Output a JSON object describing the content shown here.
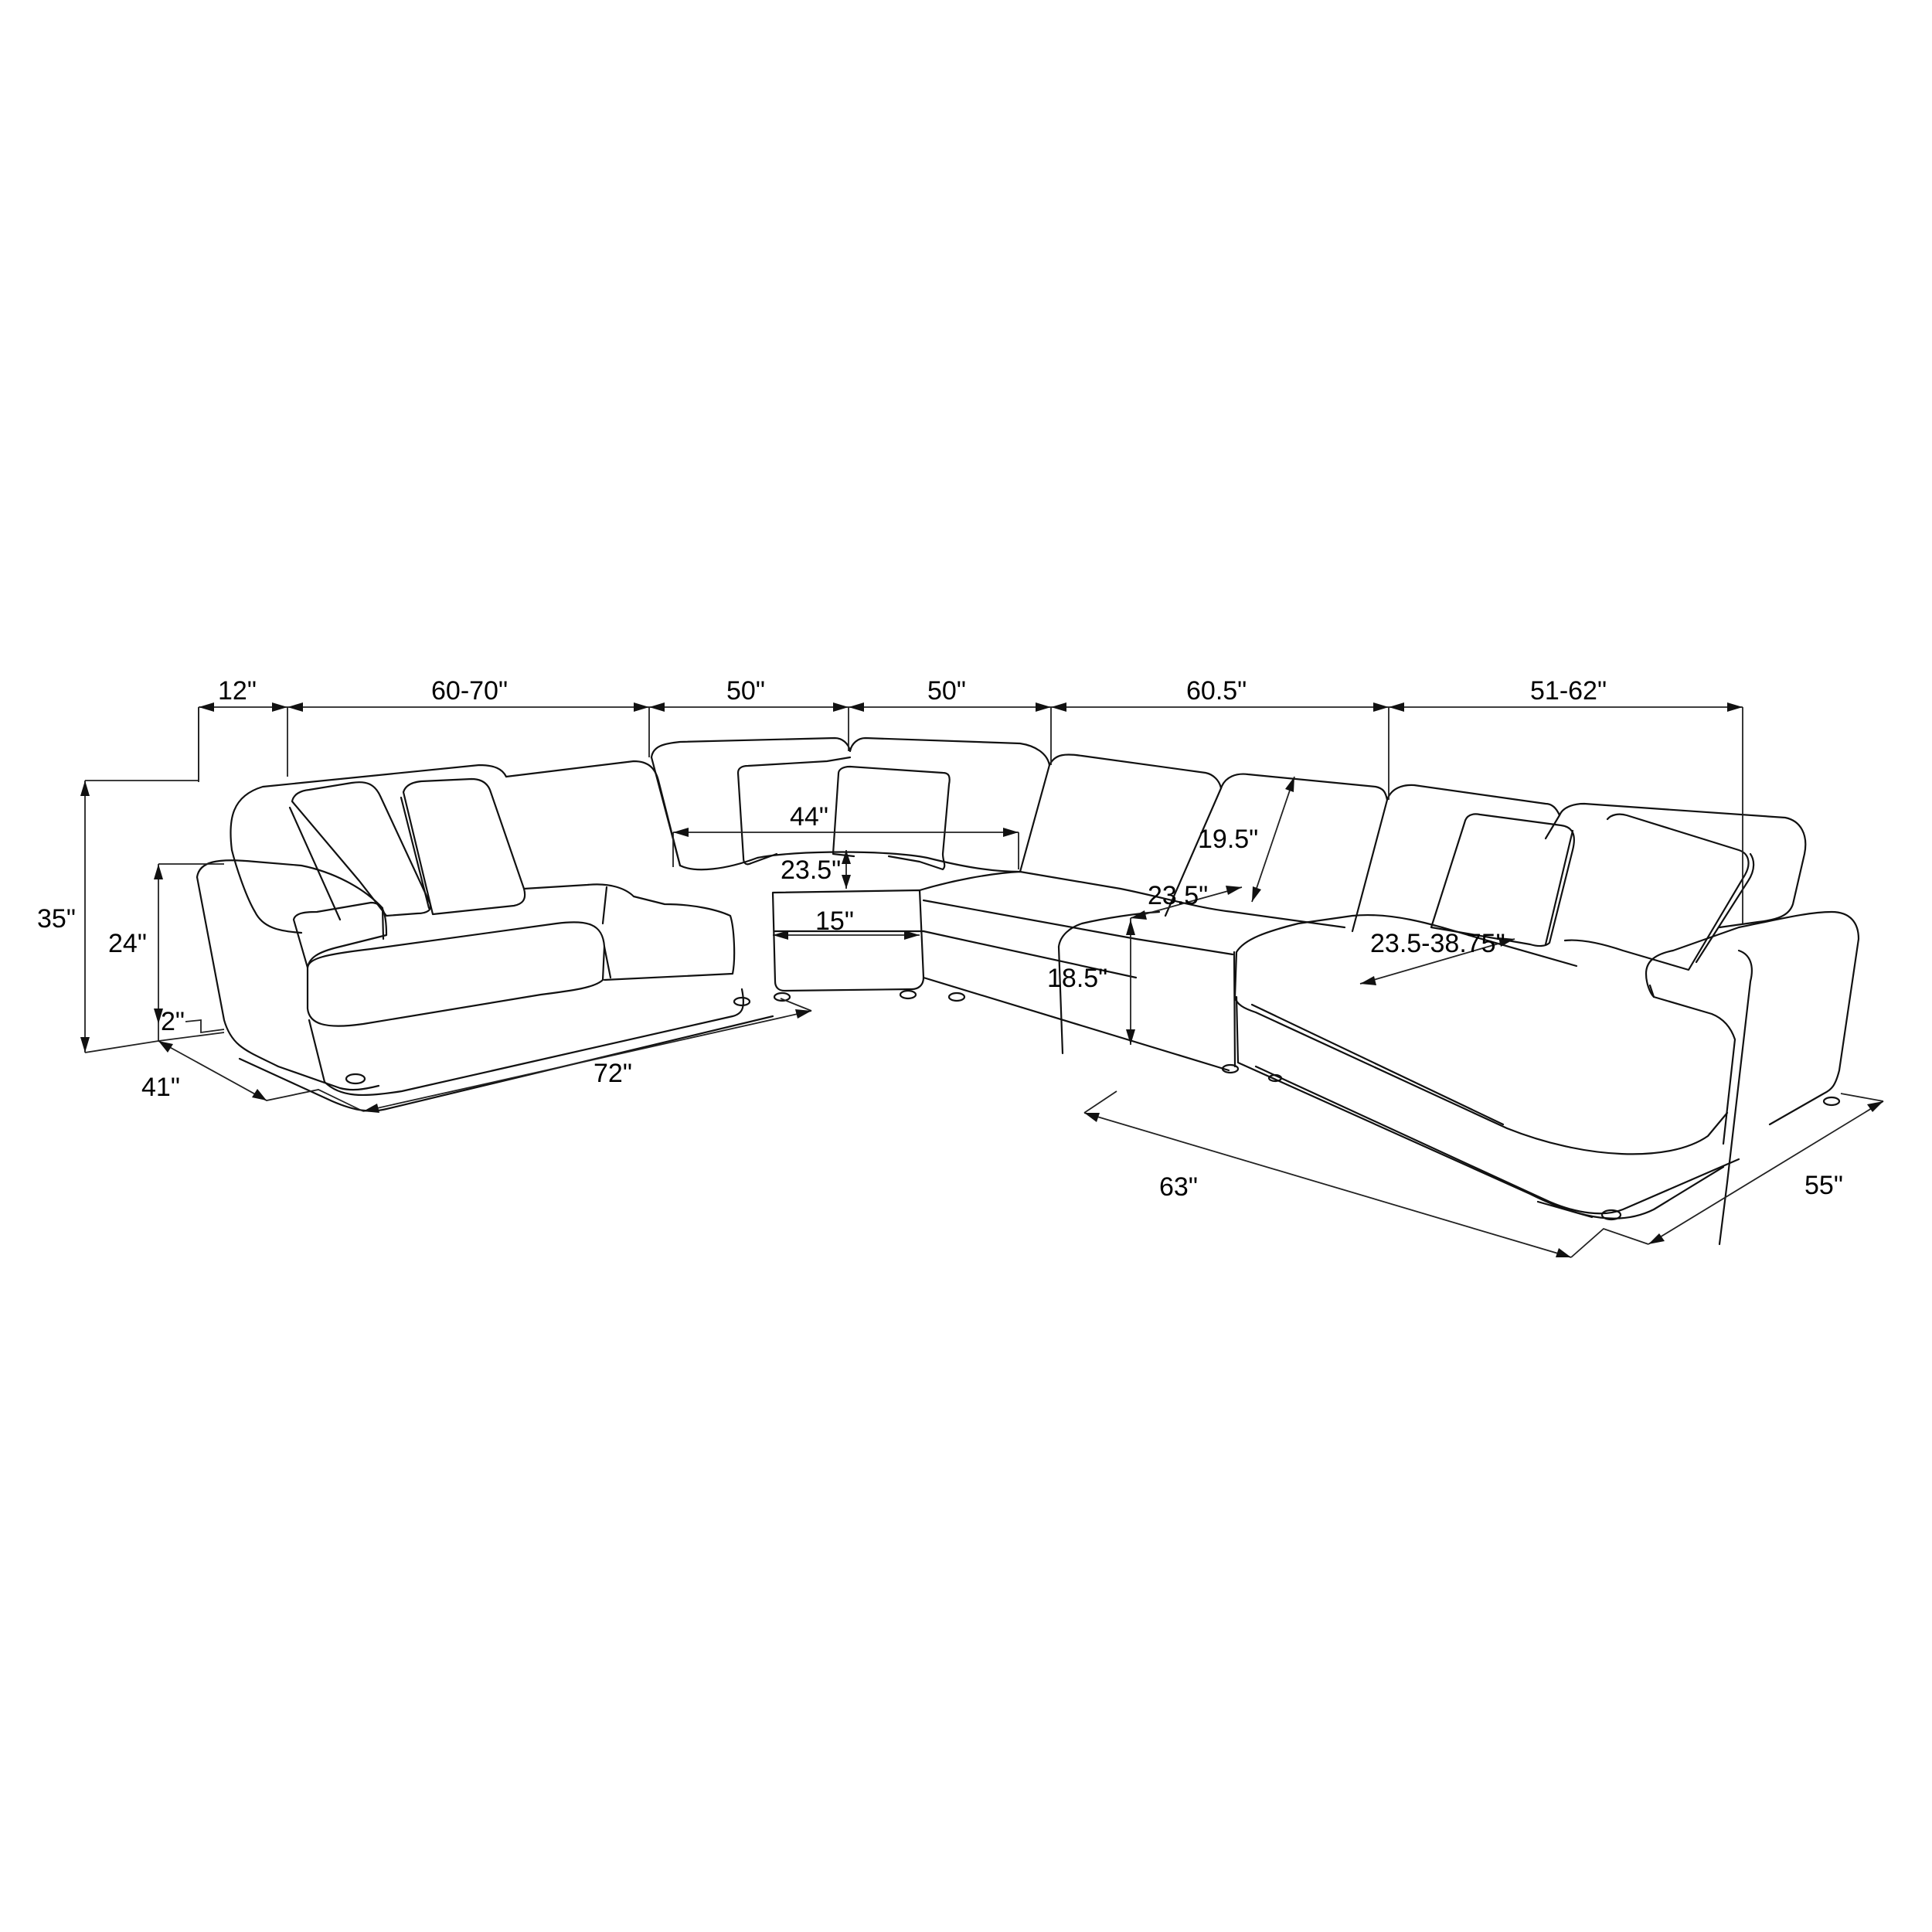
{
  "diagram": {
    "subject": "Sectional sofa dimension drawing",
    "colors": {
      "line": "#111111",
      "background": "#ffffff"
    },
    "top_widths": {
      "armrest": "12\"",
      "left_loveseat": "60-70\"",
      "wedge_left": "50\"",
      "wedge_right": "50\"",
      "armless_chair": "60.5\"",
      "chaise": "51-62\""
    },
    "heights": {
      "overall": "35\"",
      "arm": "24\"",
      "leg": "2\"",
      "seat": "18.5\""
    },
    "depths": {
      "left_side": "41\"",
      "left_length": "72\"",
      "chaise_length": "63\"",
      "chaise_depth": "55\"",
      "seat_depth_chaise": "23.5-38.75\"",
      "seat_depth": "23.5\"",
      "back_height": "19.5\""
    },
    "wedge": {
      "back_width": "44\"",
      "seat_depth": "23.5\"",
      "front_width": "15\""
    }
  }
}
